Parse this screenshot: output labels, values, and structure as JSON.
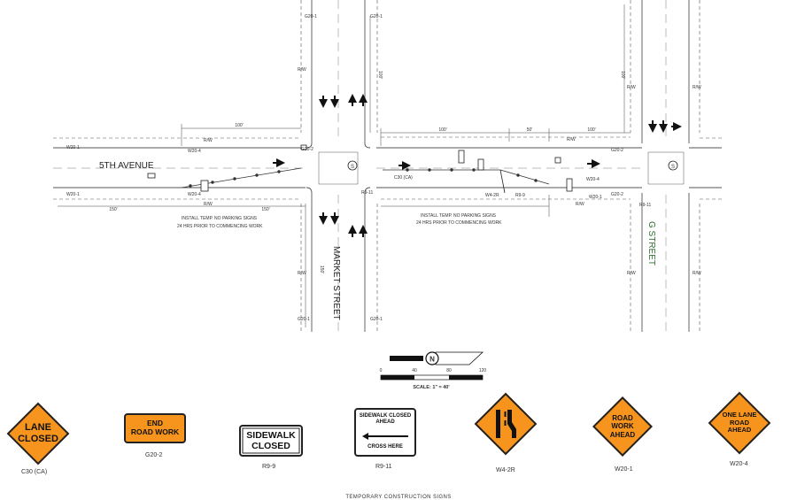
{
  "streets": {
    "fifth_ave": "5TH AVENUE",
    "market": "MARKET STREET",
    "g_street": "G STREET"
  },
  "dims": {
    "d100_left_top": "100'",
    "d150_left_bottom": "150'",
    "d150_mid_bottom": "150'",
    "d100_mid_top": "100'",
    "d50_mid_top": "50'",
    "d100_right_top": "100'",
    "d150_market_south": "150'",
    "d100_market_north": "100'",
    "d100_g_north": "100'"
  },
  "plan_labels": {
    "rw": "R/W",
    "install_left_1": "INSTALL TEMP. NO PARKING SIGNS",
    "install_left_2": "24 HRS PRIOR TO COMMENCING WORK",
    "install_right_1": "INSTALL TEMP. NO PARKING SIGNS",
    "install_right_2": "24 HRS PRIOR TO COMMENCING WORK",
    "c30_label": "C30 (CA)",
    "signal": "S"
  },
  "callouts": {
    "w20_1_a": "W20-1",
    "w20_1_b": "W20-1",
    "w20_1_c": "W20-1",
    "w20_4_a": "W20-4",
    "w20_4_b": "W20-4",
    "w20_4_c": "W20-4",
    "w4_2r": "W4-2R",
    "r9_11_a": "R9-11",
    "r9_11_b": "R9-11",
    "r9_9": "R9-9",
    "g20_2_a": "G20-2",
    "g20_2_b": "G20-2",
    "g20_2_c": "G20-2",
    "g20_1_top": "G20-1",
    "g20_1_top2": "G20-1",
    "g20_1_bot": "G20-1",
    "g20_1_bot2": "G20-1"
  },
  "scale": {
    "ticks": [
      "0",
      "40",
      "80",
      "120"
    ],
    "label": "SCALE: 1\" = 40'",
    "north": "N"
  },
  "signs": [
    {
      "code": "C30 (CA)",
      "lines": [
        "LANE",
        "CLOSED"
      ]
    },
    {
      "code": "G20-2",
      "lines": [
        "END",
        "ROAD WORK"
      ]
    },
    {
      "code": "R9-9",
      "lines": [
        "SIDEWALK",
        "CLOSED"
      ]
    },
    {
      "code": "R9-11",
      "lines": [
        "SIDEWALK CLOSED",
        "AHEAD",
        "CROSS HERE"
      ]
    },
    {
      "code": "W4-2R",
      "lines": []
    },
    {
      "code": "W20-1",
      "lines": [
        "ROAD",
        "WORK",
        "AHEAD"
      ]
    },
    {
      "code": "W20-4",
      "lines": [
        "ONE LANE",
        "ROAD",
        "AHEAD"
      ]
    }
  ],
  "footer": "TEMPORARY CONSTRUCTION SIGNS",
  "colors": {
    "sign_orange": "#f7941d",
    "street_label_green": "#2e6b2e"
  }
}
